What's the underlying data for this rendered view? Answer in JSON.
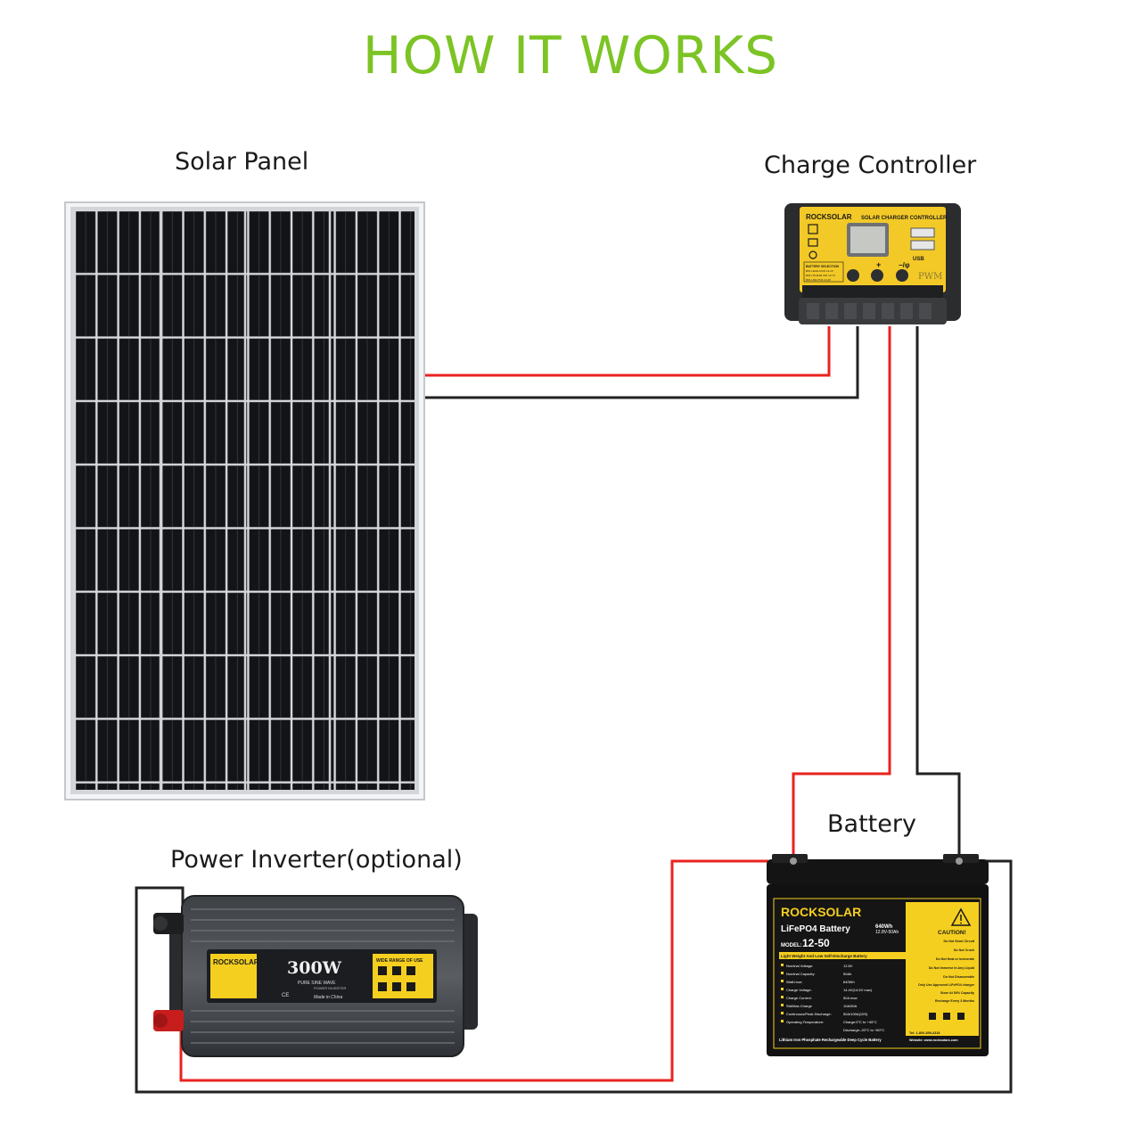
{
  "title": "HOW IT WORKS",
  "labels": {
    "solar_panel": "Solar Panel",
    "charge_controller": "Charge Controller",
    "battery": "Battery",
    "power_inverter": "Power Inverter(optional)"
  },
  "controller": {
    "brand": "ROCKSOLAR",
    "heading": "SOLAR CHARGER CONTROLLER",
    "type": "PWM",
    "usb": "USB",
    "plus": "+",
    "minus": "−/φ",
    "battery_selection": [
      "BATTERY SELECTION",
      "B01 LEAD-ACID 14.2V",
      "B02 LITHIUM ION 12.7V",
      "B03 LIFE PO4 14.4V"
    ]
  },
  "inverter": {
    "brand": "ROCKSOLAR",
    "power": "300W",
    "wave": "PURE SINE WAVE",
    "subtitle": "POWER INVERTER",
    "wide_range": "WIDE RANGE OF USE",
    "made_in": "Made in China",
    "cert": "CE"
  },
  "battery": {
    "brand": "ROCKSOLAR",
    "name": "LiFePO4 Battery",
    "energy": "640Wh",
    "rating": "12.8V-50Ah",
    "model_label": "MODEL:",
    "model": "12-50",
    "tagline": "Light Weight And Low Self-Discharge Battery",
    "specs": [
      {
        "k": "Nominal Voltage:",
        "v": "12.8V"
      },
      {
        "k": "Nominal Capacity:",
        "v": "50Ah"
      },
      {
        "k": "Watt-hour:",
        "v": "640Wh"
      },
      {
        "k": "Charge Voltage:",
        "v": "14.4V(14.6V max)"
      },
      {
        "k": "Charge Current:",
        "v": "50A max"
      },
      {
        "k": "Std/Max.Charge",
        "v": "10A/50A"
      },
      {
        "k": "Continuous/Peak Discharge:",
        "v": "50A/100A(10S)"
      },
      {
        "k": "Operating Temperature:",
        "v": "Charge:0°C to +45°C"
      },
      {
        "k": "",
        "v": "Discharge:-20°C to +60°C"
      }
    ],
    "caution_title": "CAUTION!",
    "cautions": [
      "Do Not Short Circuit",
      "Do Not Crush",
      "Do Not Heat or Incinerate",
      "Do Not Immerse In Any Liquid",
      "Do Not Disassemble",
      "Only Use Approved LiFePO4 charger",
      "Store At 50% Capacity",
      "Recharge Every 3 Months"
    ],
    "tel": "Tel: 1-800-859-4318",
    "website": "Website: www.rocksolars.com",
    "footer": "Lithium Iron Phosphate Rechargeable Deep Cycle Battery",
    "plus": "+",
    "minus": "−"
  },
  "colors": {
    "title": "#7cc425",
    "wire_red": "#e8231f",
    "wire_black": "#222222",
    "accent_yellow": "#f5cf1f"
  }
}
